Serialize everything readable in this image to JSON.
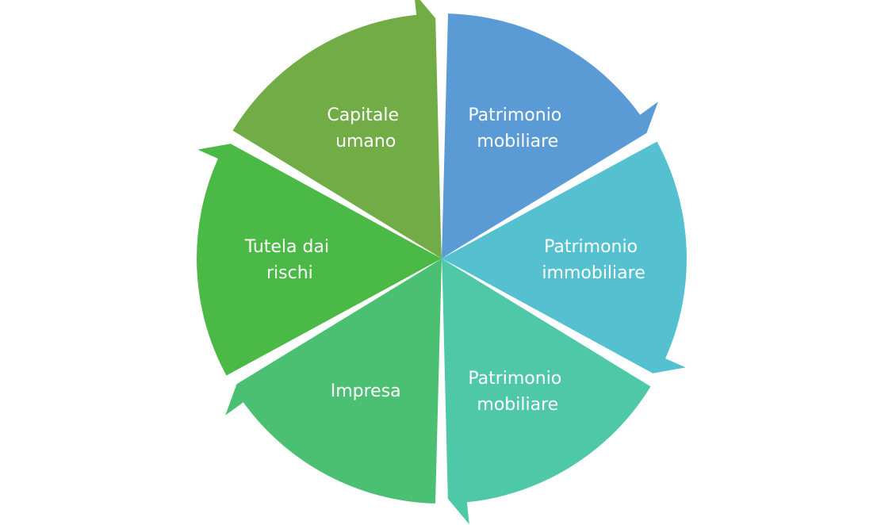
{
  "diagram": {
    "segments": [
      {
        "line1": "Patrimonio",
        "line2": "mobiliare",
        "color": "#5B9BD5"
      },
      {
        "line1": "Patrimonio",
        "line2": "immobiliare",
        "color": "#55C1D0"
      },
      {
        "line1": "Patrimonio",
        "line2": "mobiliare",
        "color": "#4FC8A8"
      },
      {
        "line1": "Impresa",
        "line2": "",
        "color": "#4BBF72"
      },
      {
        "line1": "Tutela dai",
        "line2": "rischi",
        "color": "#4AB946"
      },
      {
        "line1": "Capitale",
        "line2": "umano",
        "color": "#72AC47"
      }
    ]
  }
}
